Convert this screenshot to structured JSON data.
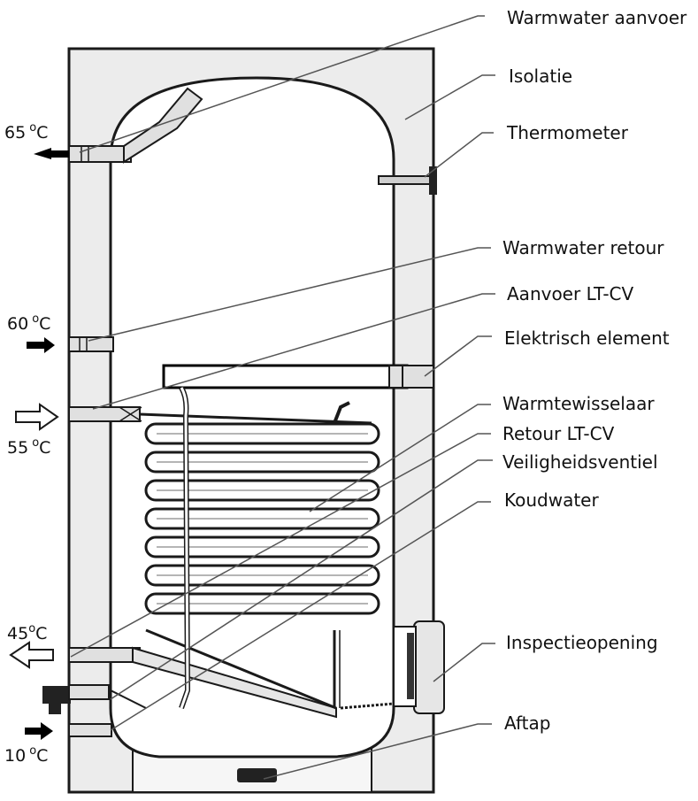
{
  "labels": {
    "warmwater_aanvoer": "Warmwater aanvoer",
    "isolatie": "Isolatie",
    "thermometer": "Thermometer",
    "warmwater_retour": "Warmwater retour",
    "aanvoer_lt_cv": "Aanvoer LT-CV",
    "elektrisch_element": "Elektrisch element",
    "warmtewisselaar": "Warmtewisselaar",
    "retour_lt_cv": "Retour LT-CV",
    "veiligheidsventiel": "Veiligheidsventiel",
    "koudwater": "Koudwater",
    "inspectieopening": "Inspectieopening",
    "aftap": "Aftap"
  },
  "temperatures": {
    "t65": {
      "value": "65",
      "unit": "C",
      "degree": "o"
    },
    "t60": {
      "value": "60",
      "unit": "C",
      "degree": "o"
    },
    "t55": {
      "value": "55",
      "unit": "C",
      "degree": "o"
    },
    "t45": {
      "value": "45",
      "unit": "C",
      "degree": "o"
    },
    "t10": {
      "value": "10",
      "unit": "C",
      "degree": "o"
    }
  },
  "colors": {
    "insulation": "#ececec",
    "outline": "#1a1a1a",
    "leader": "#555555"
  }
}
